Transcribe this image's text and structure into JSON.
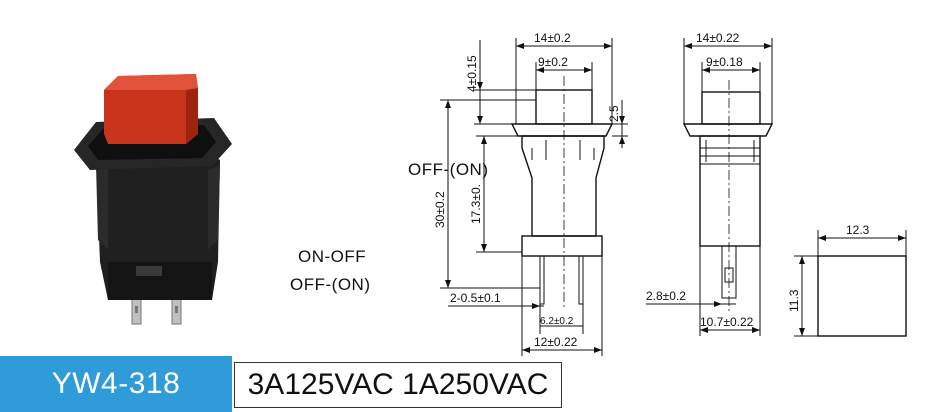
{
  "product": {
    "model": "YW4-318",
    "rating": "3A125VAC 1A250VAC",
    "modes": [
      "ON-OFF",
      "OFF-(ON)"
    ],
    "drawing_mode_label": "OFF-(ON)"
  },
  "dimensions": {
    "front_view": {
      "top_width": "14±0.2",
      "button_width": "9±0.2",
      "button_height": "4±0.15",
      "flange_height": "2.5",
      "overall_height": "30±0.2",
      "body_height": "17.3±0.",
      "terminal_offset": "2-0.5±0.1",
      "terminal_pitch": "6.2±0.2",
      "base_width": "12±0.22"
    },
    "side_view": {
      "top_width": "14±0.22",
      "button_width": "9±0.18",
      "terminal_width": "2.8±0.2",
      "base_width": "10.7±0.22"
    },
    "panel_cutout": {
      "width": "12.3",
      "height": "11.3"
    }
  },
  "colors": {
    "banner": "#2f9bd8",
    "button_cap": "#c8341b",
    "body": "#1b1b1b"
  }
}
